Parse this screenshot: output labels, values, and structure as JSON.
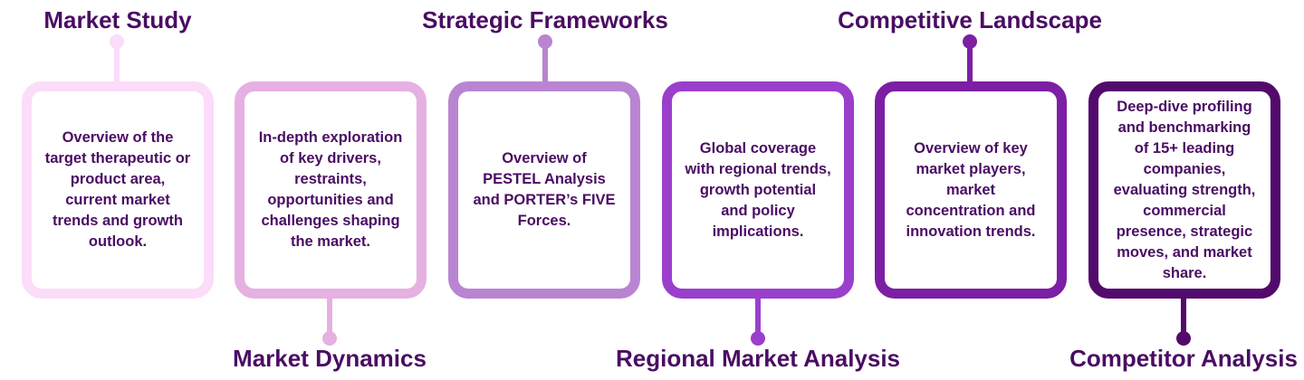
{
  "diagram": {
    "stages": [
      {
        "title": "Market Study",
        "label_position": "top",
        "color": "#fbdcf9",
        "description": "Overview of the target therapeutic or product area, current market trends and growth outlook."
      },
      {
        "title": "Market Dynamics",
        "label_position": "bottom",
        "color": "#e6b0e2",
        "description": "In-depth exploration of key drivers, restraints, opportunities and challenges shaping the market."
      },
      {
        "title": "Strategic Frameworks",
        "label_position": "top",
        "color": "#b985d2",
        "description": "Overview of PESTEL Analysis and PORTER’s FIVE Forces."
      },
      {
        "title": "Regional Market Analysis",
        "label_position": "bottom",
        "color": "#9a3fcc",
        "description": "Global coverage with regional trends, growth potential and policy implications."
      },
      {
        "title": "Competitive Landscape",
        "label_position": "top",
        "color": "#7c1fa4",
        "description": "Overview of key market players, market concentration and innovation trends."
      },
      {
        "title": "Competitor Analysis",
        "label_position": "bottom",
        "color": "#520a6c",
        "description": "Deep-dive profiling and benchmarking of 15+ leading companies, evaluating strength, commercial presence, strategic moves, and market share."
      }
    ],
    "text_color": "#4a0d63"
  }
}
